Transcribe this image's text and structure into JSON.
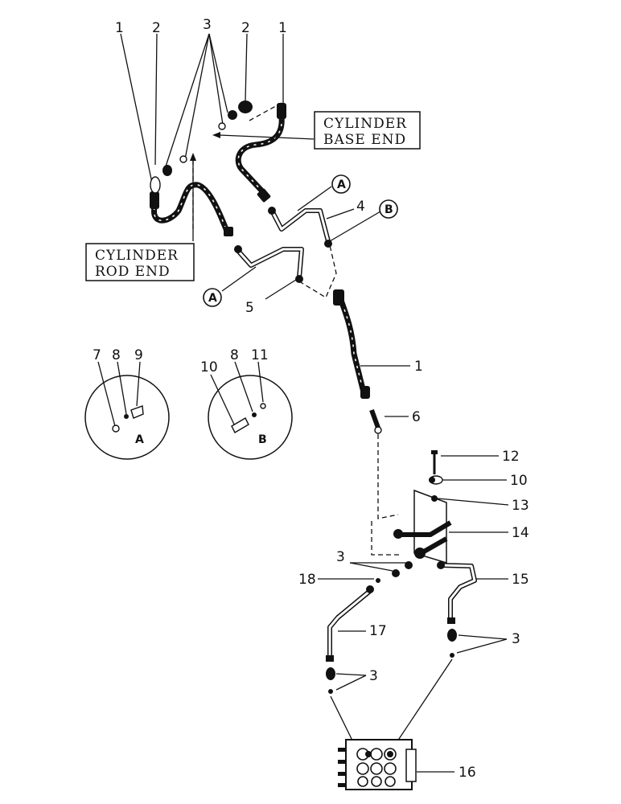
{
  "callouts": {
    "c1_top_left": "1",
    "c2_top_left": "2",
    "c3_top": "3",
    "c2_top_right": "2",
    "c1_top_right": "1",
    "c4": "4",
    "c5": "5",
    "c1_mid": "1",
    "c6": "6",
    "c7": "7",
    "c8_a": "8",
    "c9": "9",
    "c10_b": "10",
    "c8_b": "8",
    "c11": "11",
    "c12": "12",
    "c10": "10",
    "c13": "13",
    "c14": "14",
    "c3_mid": "3",
    "c18": "18",
    "c15": "15",
    "c17": "17",
    "c3_right": "3",
    "c3_low": "3",
    "c16": "16"
  },
  "boxes": {
    "base_end_line1": "CYLINDER",
    "base_end_line2": "BASE END",
    "rod_end_line1": "CYLINDER",
    "rod_end_line2": "ROD END"
  },
  "markers": {
    "a_top": "A",
    "b_top": "B",
    "a_left": "A",
    "detail_a": "A",
    "detail_b": "B"
  }
}
